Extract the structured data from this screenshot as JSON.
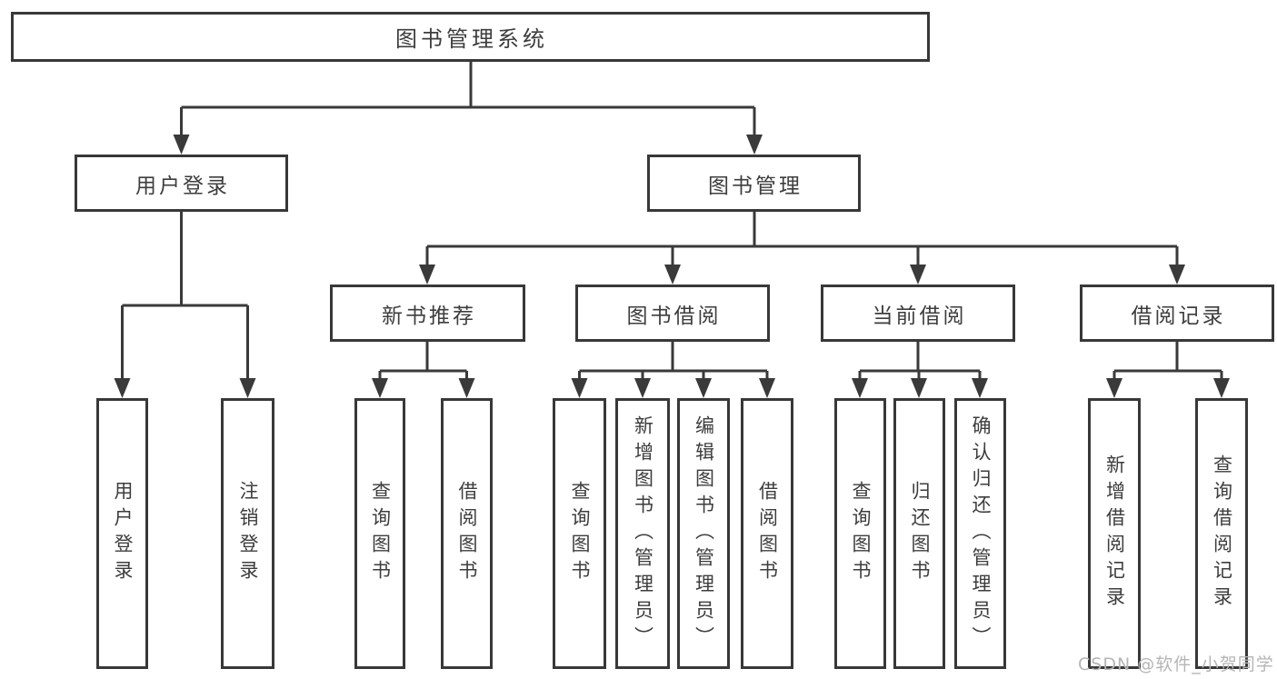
{
  "colors": {
    "line": "#3a3a3a",
    "box_border": "#383838",
    "text": "#3d3d3d",
    "watermark": "#b5b5b5",
    "background": "#ffffff"
  },
  "tree": {
    "root": {
      "label": "图书管理系统"
    },
    "branches": [
      {
        "label": "用户登录",
        "children": [
          {
            "label": "用户登录"
          },
          {
            "label": "注销登录"
          }
        ]
      },
      {
        "label": "图书管理",
        "children": [
          {
            "label": "新书推荐",
            "children": [
              {
                "label": "查询图书"
              },
              {
                "label": "借阅图书"
              }
            ]
          },
          {
            "label": "图书借阅",
            "children": [
              {
                "label": "查询图书"
              },
              {
                "label": "新增图书（管理员）"
              },
              {
                "label": "编辑图书（管理员）"
              },
              {
                "label": "借阅图书"
              }
            ]
          },
          {
            "label": "当前借阅",
            "children": [
              {
                "label": "查询图书"
              },
              {
                "label": "归还图书"
              },
              {
                "label": "确认归还（管理员）"
              }
            ]
          },
          {
            "label": "借阅记录",
            "children": [
              {
                "label": "新增借阅记录"
              },
              {
                "label": "查询借阅记录"
              }
            ]
          }
        ]
      }
    ]
  },
  "watermark": {
    "text": "CSDN @软件_小贺同学"
  }
}
